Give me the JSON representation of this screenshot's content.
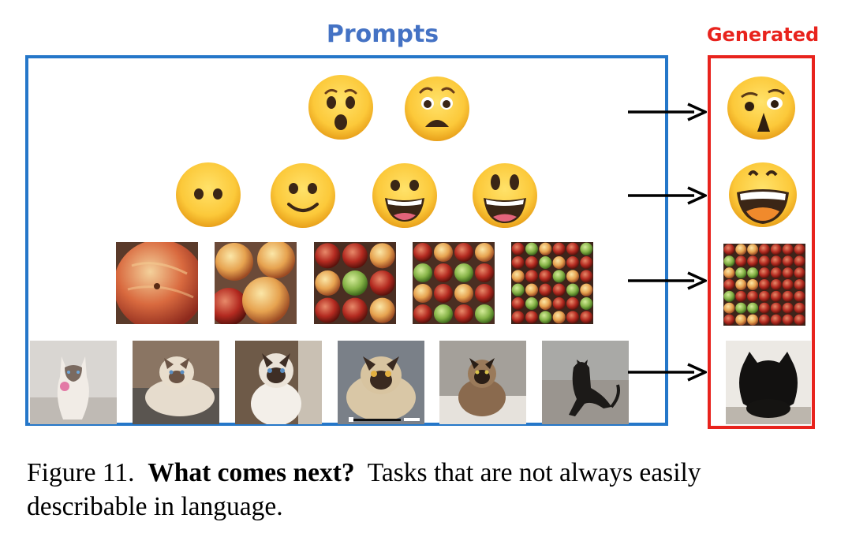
{
  "labels": {
    "prompts": "Prompts",
    "generated": "Generated"
  },
  "rows": [
    {
      "name": "emoji-row-1",
      "prompt_items": [
        "hushed-face-icon",
        "anguished-face-icon"
      ],
      "generated": "distorted-face-icon"
    },
    {
      "name": "emoji-row-2",
      "prompt_items": [
        "neutral-face-icon",
        "slightly-smiling-face-icon",
        "grinning-face-icon",
        "grinning-big-eyes-face-icon"
      ],
      "generated": "generated-grin-face-icon"
    },
    {
      "name": "apples-row",
      "prompt_items": [
        "apple-photo-1",
        "apple-photo-2",
        "apple-photo-3",
        "apple-photo-4",
        "apple-photo-5"
      ],
      "generated": "generated-apple-photo"
    },
    {
      "name": "cats-row",
      "prompt_items": [
        "cat-photo-1",
        "cat-photo-2",
        "cat-photo-3",
        "cat-photo-4",
        "cat-photo-5",
        "cat-photo-6"
      ],
      "generated": "generated-cat-photo"
    }
  ],
  "colors": {
    "prompts_border": "#2577c9",
    "generated_border": "#e8231d",
    "prompts_label": "#4472c4",
    "generated_label": "#e8231d"
  },
  "caption": {
    "figure": "Figure 11.",
    "bold": "What comes next?",
    "rest": "Tasks that are not always easily",
    "line2": "describable in language."
  }
}
